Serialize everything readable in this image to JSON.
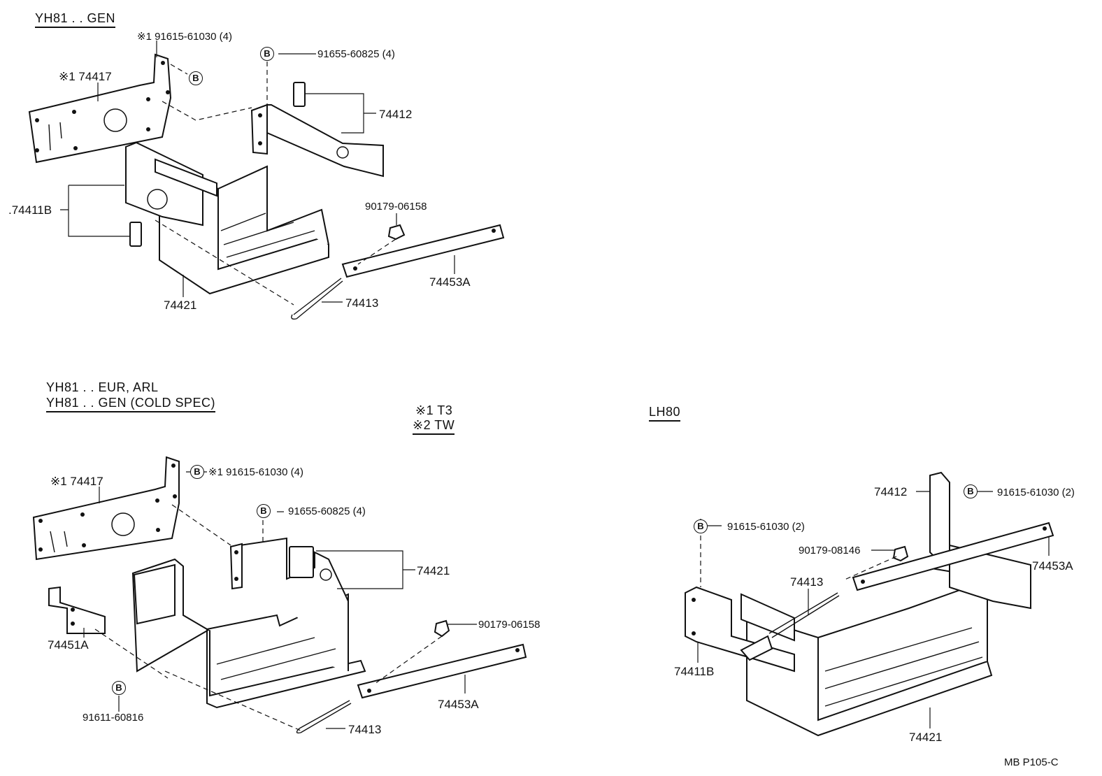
{
  "sections": {
    "top_left": {
      "header": "YH81 . . GEN"
    },
    "bottom_left": {
      "header_line1": "YH81 . . EUR, ARL",
      "header_line2": "YH81 . . GEN (COLD SPEC)"
    },
    "legend": {
      "line1": "※1 T3",
      "line2": "※2 TW"
    },
    "bottom_right": {
      "header": "LH80"
    }
  },
  "labels": {
    "tl_91615": "※1  91615-61030 (4)",
    "tl_91655": "91655-60825 (4)",
    "tl_74417": "※1 74417",
    "tl_74412": "74412",
    "tl_74411b": ".74411B",
    "tl_90179": "90179-06158",
    "tl_74453a": "74453A",
    "tl_74421": "74421",
    "tl_74413": "74413",
    "bl_91615": "※1  91615-61030 (4)",
    "bl_91655": "91655-60825 (4)",
    "bl_74417": "※1 74417",
    "bl_74421a": "74421",
    "bl_90179": "90179-06158",
    "bl_74451a": "74451A",
    "bl_74453a": "74453A",
    "bl_91611": "91611-60816",
    "bl_74413": "74413",
    "br_74412": "74412",
    "br_91615a": "91615-61030 (2)",
    "br_91615b": "91615-61030 (2)",
    "br_90179": "90179-08146",
    "br_74413": "74413",
    "br_74453a": "74453A",
    "br_74411b": "74411B",
    "br_74421": "74421"
  },
  "bolt_symbol": "B",
  "footer": {
    "code": "MB  P105-C"
  }
}
